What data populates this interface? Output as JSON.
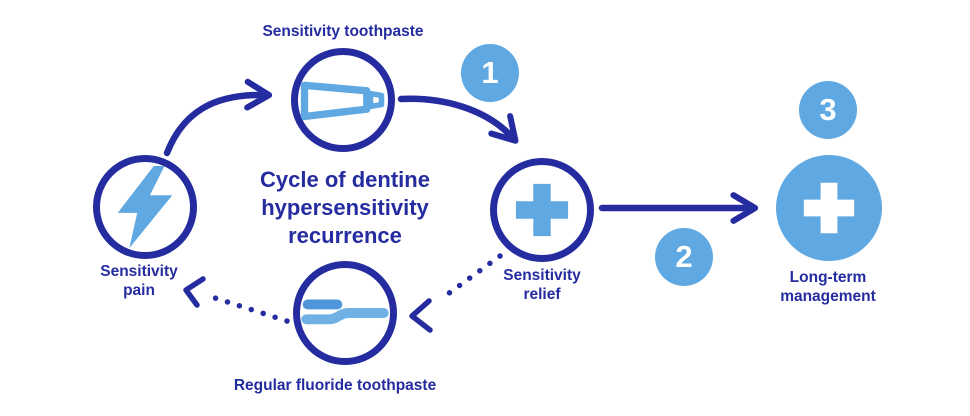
{
  "colors": {
    "navy": "#242CA0",
    "light_blue": "#5FA8E2",
    "bristle_blue": "#4E96D9",
    "handle_blue": "#6FB0E5",
    "white": "#FFFFFF"
  },
  "title": {
    "line1": "Cycle of dentine",
    "line2": "hypersensitivity",
    "line3": "recurrence"
  },
  "nodes": {
    "sensitivity_pain": {
      "line1": "Sensitivity",
      "line2": "pain",
      "icon": "lightning-icon"
    },
    "sensitivity_toothpaste": {
      "label": "Sensitivity toothpaste",
      "icon": "toothpaste-tube-icon"
    },
    "sensitivity_relief": {
      "line1": "Sensitivity",
      "line2": "relief",
      "icon": "plus-icon"
    },
    "regular_fluoride_toothpaste": {
      "label": "Regular fluoride toothpaste",
      "icon": "toothbrush-icon"
    },
    "long_term_management": {
      "line1": "Long-term",
      "line2": "management",
      "icon": "white-plus-icon"
    }
  },
  "steps": {
    "step1": "1",
    "step2": "2",
    "step3": "3"
  }
}
